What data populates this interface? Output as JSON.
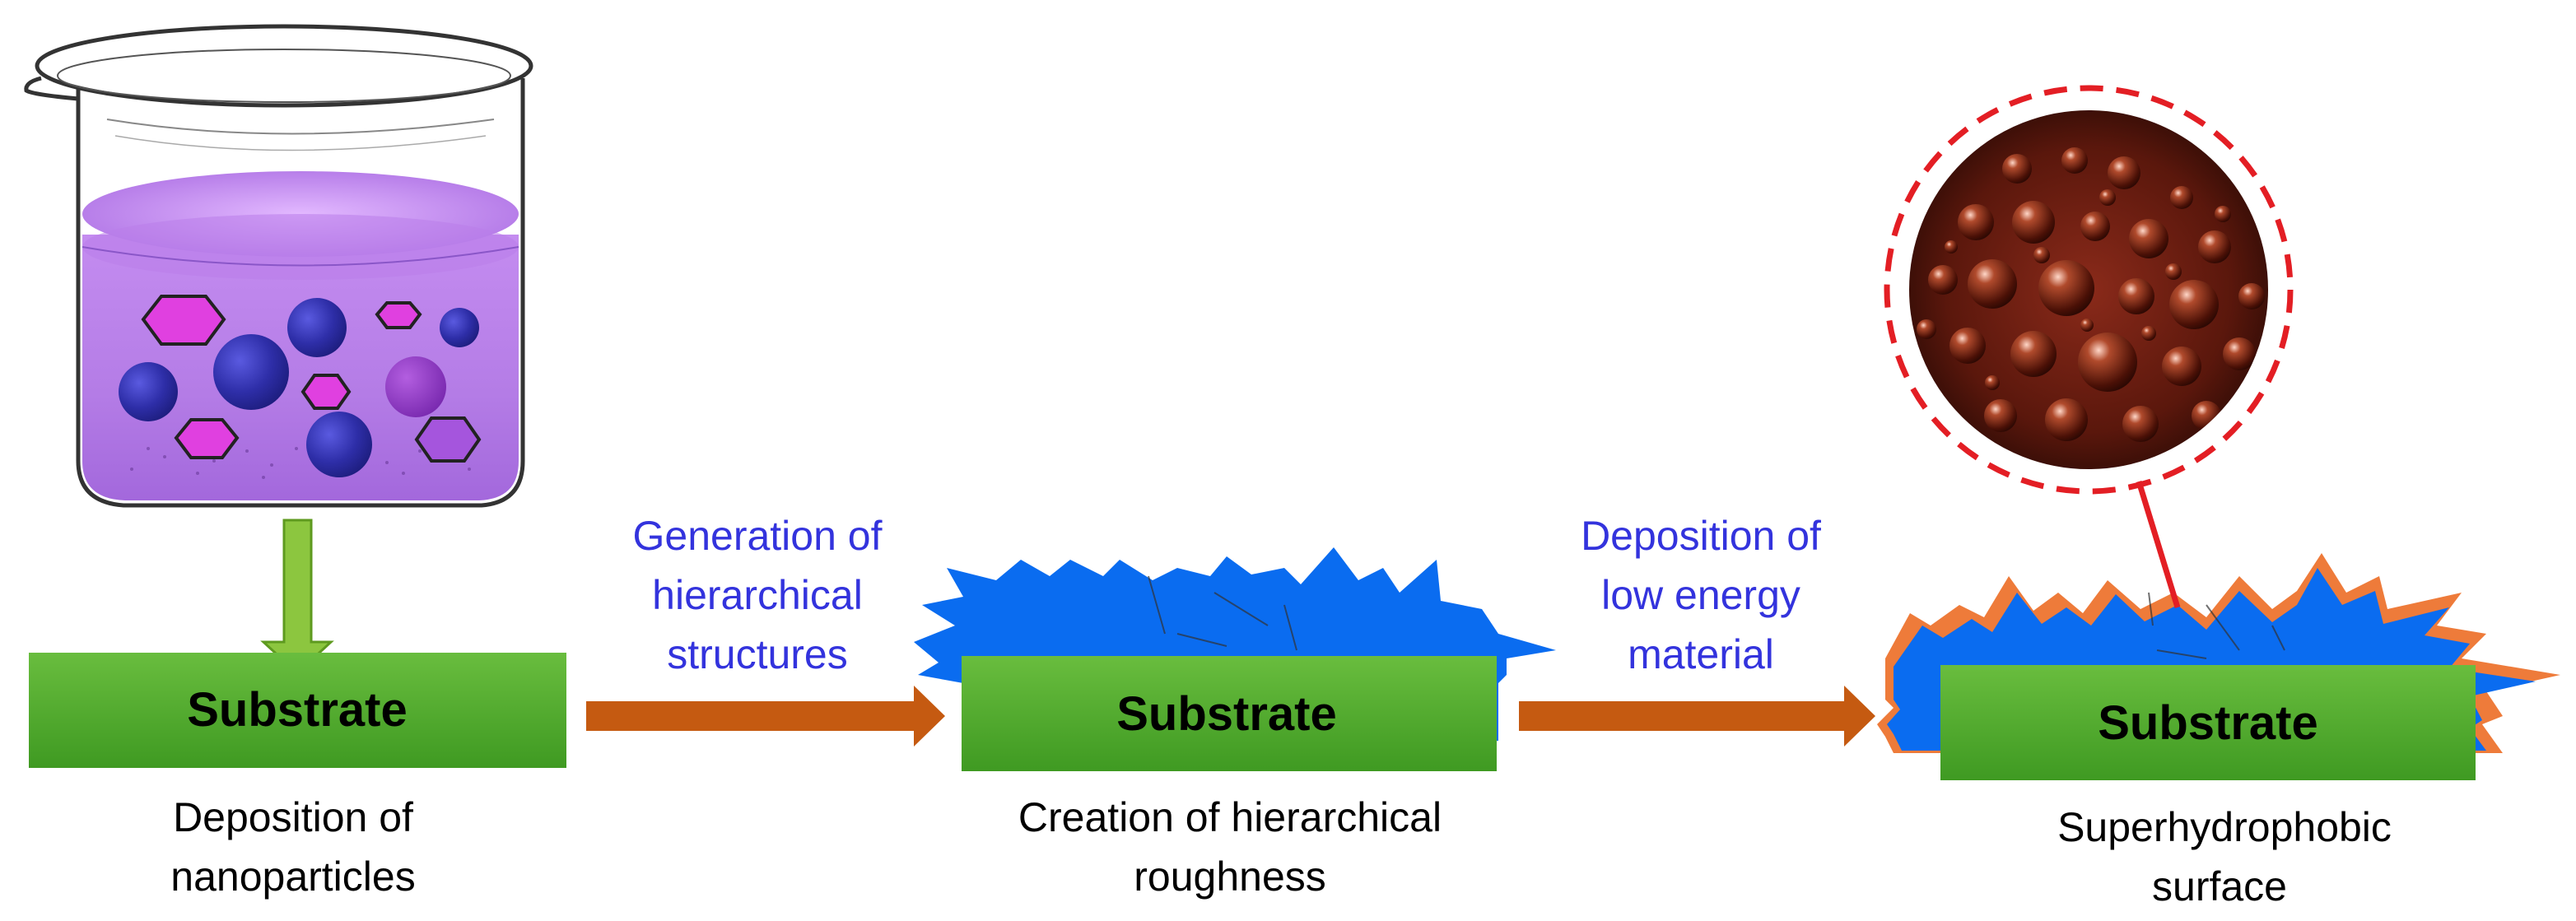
{
  "diagram": {
    "colors": {
      "substrate_fill": "#5cb234",
      "substrate_fill_dark": "#3e9a21",
      "arrow_orange": "#c55a11",
      "arrow_green": "#8cc63f",
      "spike_blue": "#0a6cf0",
      "spike_orange": "#ee7b3a",
      "process_text": "#3333dd",
      "zoom_ring": "#e31e24",
      "liquid": "#b678e8"
    },
    "stage1": {
      "substrate_label": "Substrate",
      "caption_line1": "Deposition of",
      "caption_line2": "nanoparticles"
    },
    "process1": {
      "line1": "Generation of",
      "line2": "hierarchical",
      "line3": "structures"
    },
    "stage2": {
      "substrate_label": "Substrate",
      "caption_line1": "Creation of hierarchical",
      "caption_line2": "roughness"
    },
    "process2": {
      "line1": "Deposition of",
      "line2": "low energy",
      "line3": "material"
    },
    "stage3": {
      "substrate_label": "Substrate",
      "caption_line1": "Superhydrophobic",
      "caption_line2": "surface"
    }
  }
}
